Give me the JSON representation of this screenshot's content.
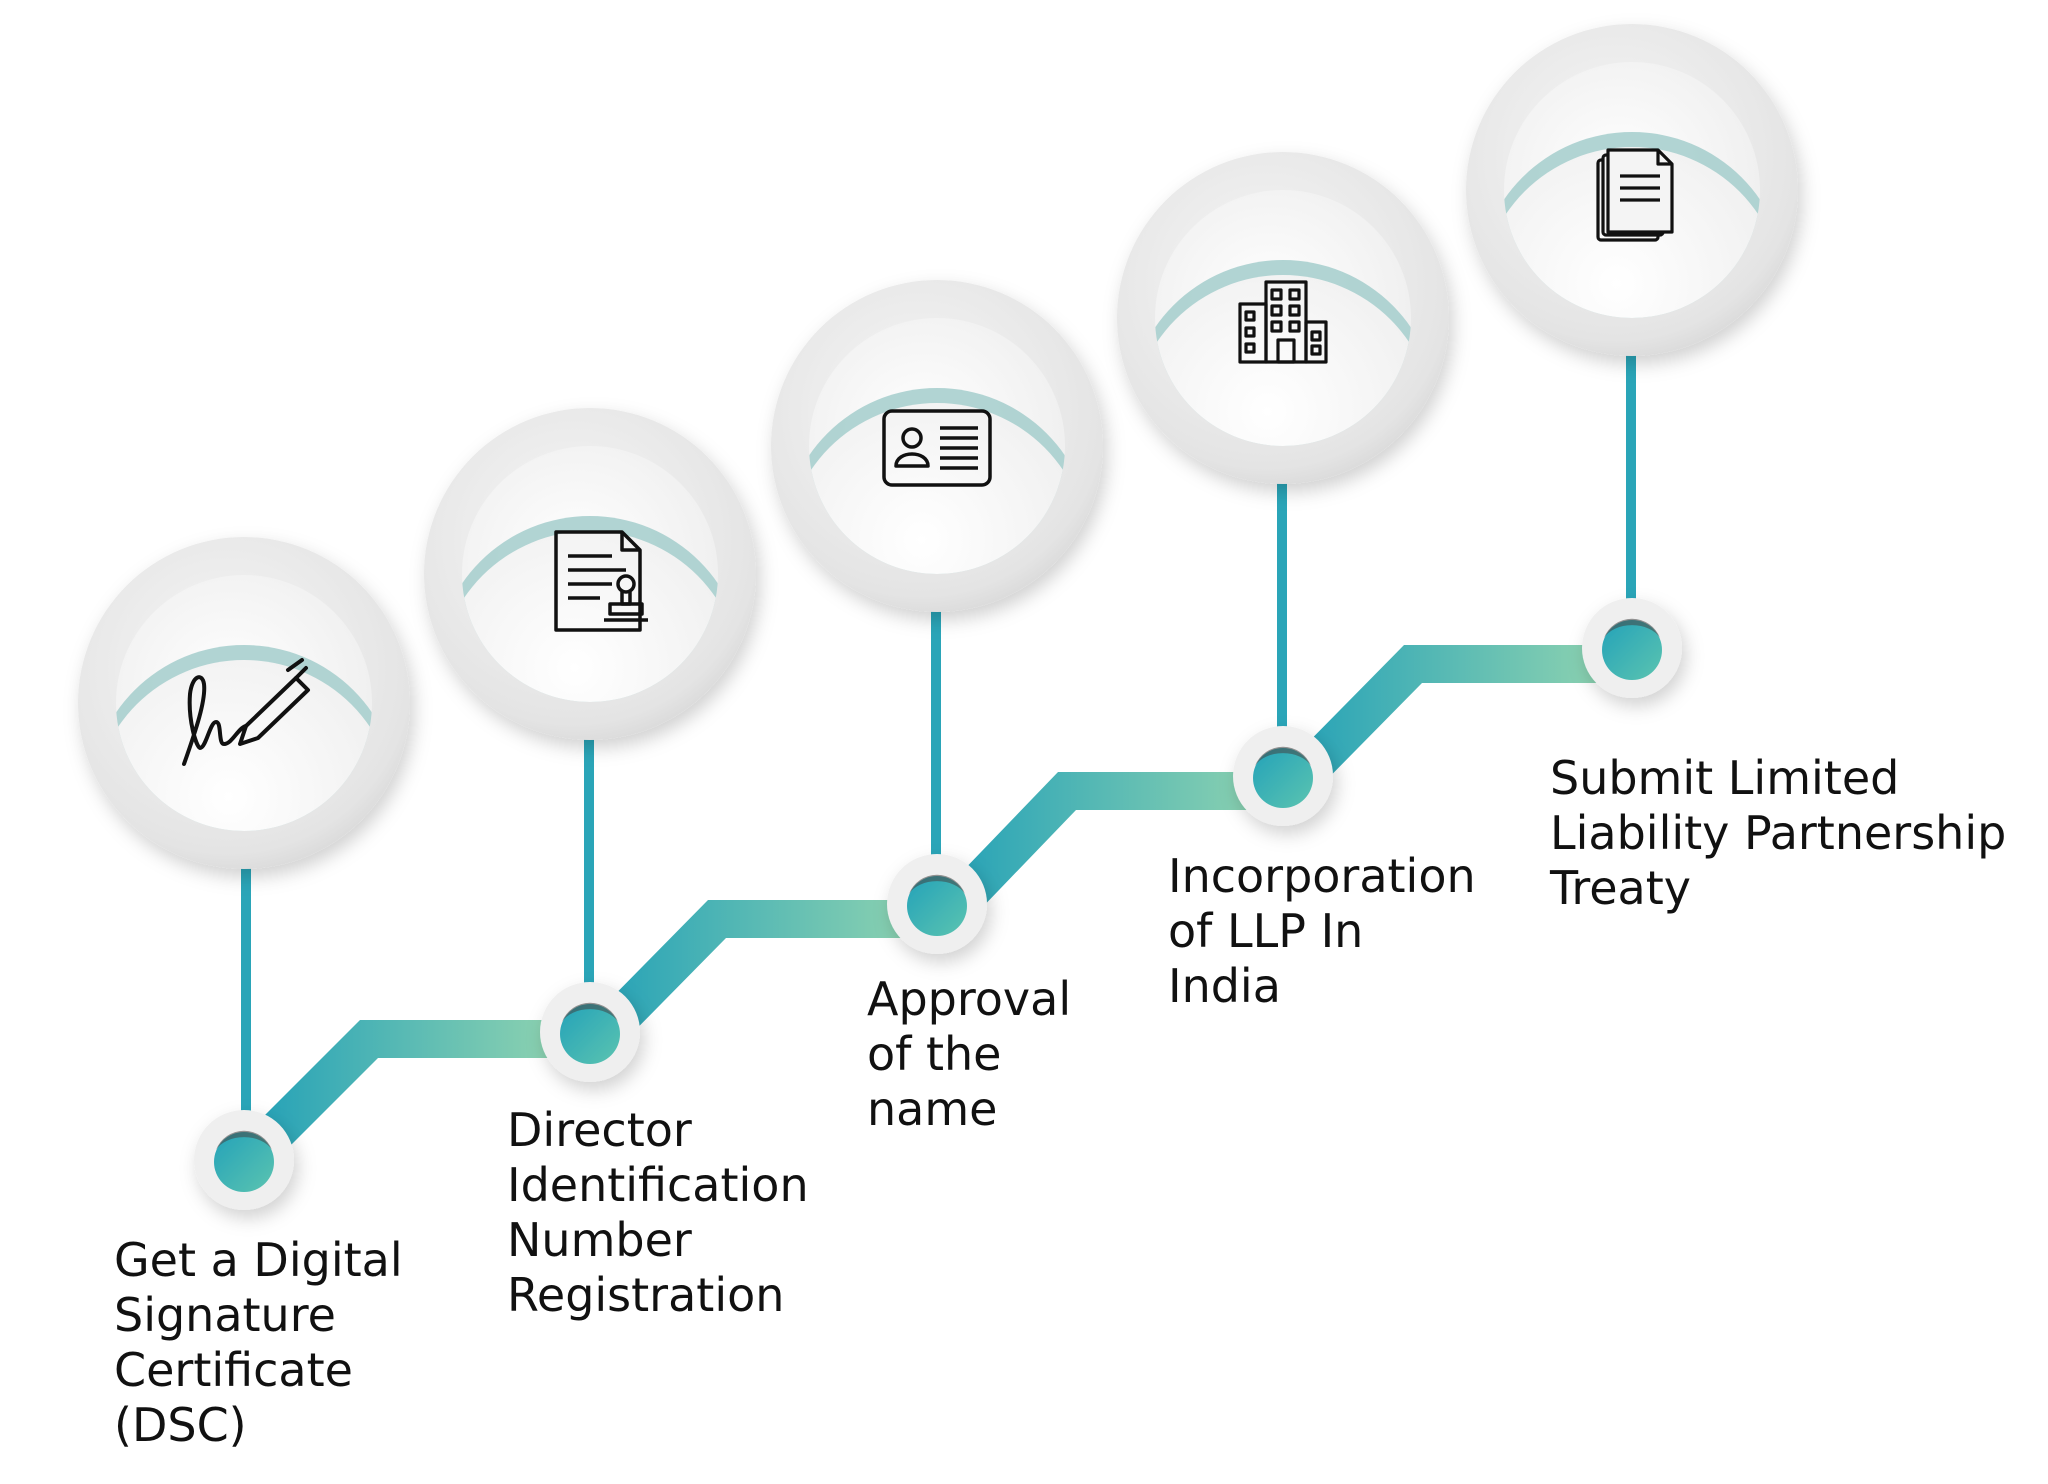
{
  "colors": {
    "accent": "#2aa5b8",
    "accent_light": "#8fd3b0",
    "arc": "#a9cfce",
    "ring": "#e6e6e6",
    "text": "#111111"
  },
  "steps": [
    {
      "icon": "signature-pen-icon",
      "label": [
        "Get a Digital",
        "Signature",
        "Certificate",
        "(DSC)"
      ]
    },
    {
      "icon": "stamped-document-icon",
      "label": [
        "Director",
        "Identification",
        "Number",
        "Registration"
      ]
    },
    {
      "icon": "id-card-icon",
      "label": [
        "Approval",
        "of the",
        "name"
      ]
    },
    {
      "icon": "office-building-icon",
      "label": [
        "Incorporation",
        "of LLP In",
        "India"
      ]
    },
    {
      "icon": "document-stack-icon",
      "label": [
        "Submit Limited",
        "Liability Partnership",
        "Treaty"
      ]
    }
  ]
}
